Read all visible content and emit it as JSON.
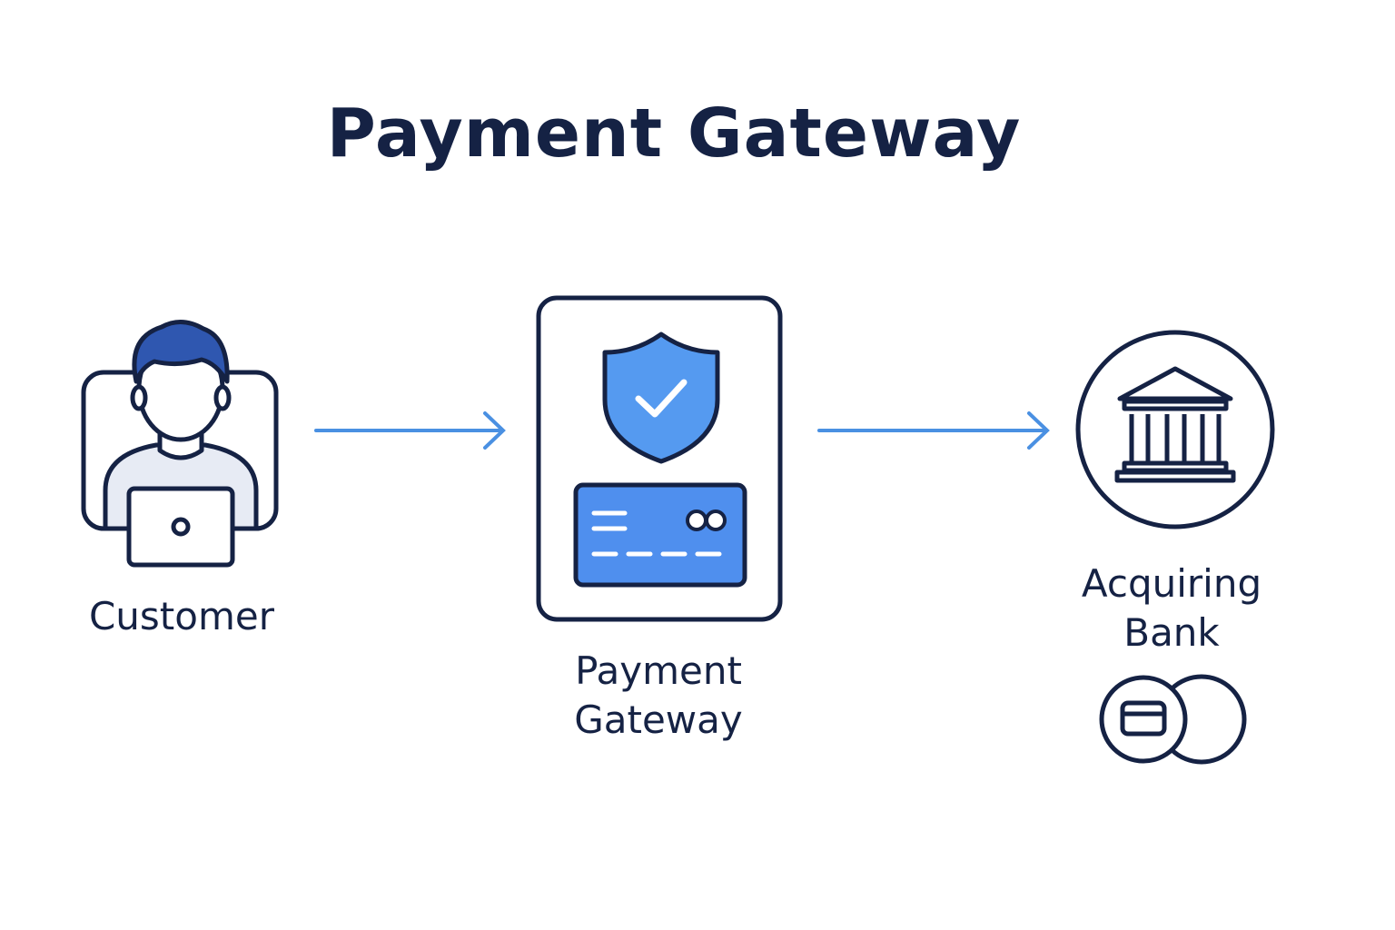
{
  "title": "Payment Gateway",
  "nodes": {
    "customer": {
      "label": "Customer",
      "icon": "customer-laptop-icon"
    },
    "gateway": {
      "label_line1": "Payment",
      "label_line2": "Gateway",
      "icons": [
        "shield-check-icon",
        "credit-card-icon"
      ]
    },
    "bank": {
      "label_line1": "Acquiring",
      "label_line2": "Bank",
      "icons": [
        "bank-building-icon",
        "card-coins-icon"
      ]
    }
  },
  "colors": {
    "navy": "#152244",
    "accent": "#4a90e2",
    "shield_fill": "#559af0",
    "card_fill": "#4f8fee",
    "hair": "#2f57b0",
    "shirt": "#e7ebf4"
  }
}
